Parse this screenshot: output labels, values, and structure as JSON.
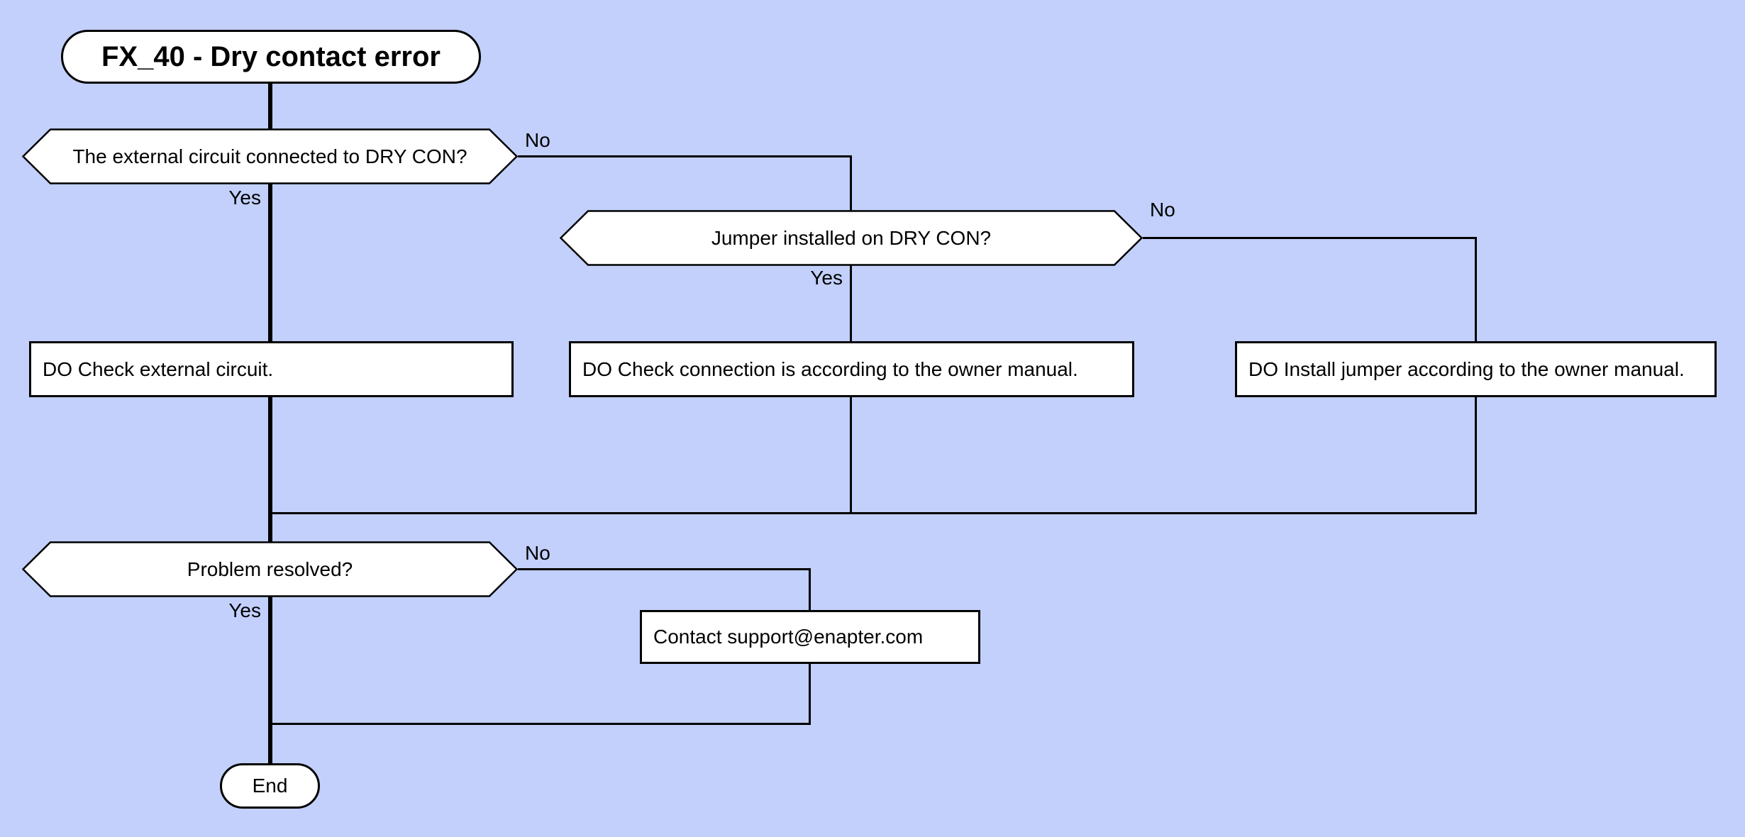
{
  "diagram": {
    "title": {
      "text": "FX_40 - Dry contact error"
    },
    "nodes": {
      "q1": {
        "type": "decision",
        "text": "The external circuit connected to DRY CON?"
      },
      "q2": {
        "type": "decision",
        "text": "Jumper installed on DRY CON?"
      },
      "a1": {
        "type": "process",
        "text": "DO Check external circuit."
      },
      "a2": {
        "type": "process",
        "text": "DO Check connection is according to the owner manual."
      },
      "a3": {
        "type": "process",
        "text": "DO Install jumper according to the owner manual."
      },
      "q3": {
        "type": "decision",
        "text": "Problem resolved?"
      },
      "contact": {
        "type": "process",
        "text": "Contact support@enapter.com"
      },
      "end": {
        "type": "terminator",
        "text": "End"
      }
    },
    "edge_labels": {
      "q1_no": "No",
      "q1_yes": "Yes",
      "q2_no": "No",
      "q2_yes": "Yes",
      "q3_no": "No",
      "q3_yes": "Yes"
    },
    "colors": {
      "background": "#c2d0fb",
      "node_fill": "#ffffff",
      "line": "#000000",
      "text": "#000000"
    }
  }
}
